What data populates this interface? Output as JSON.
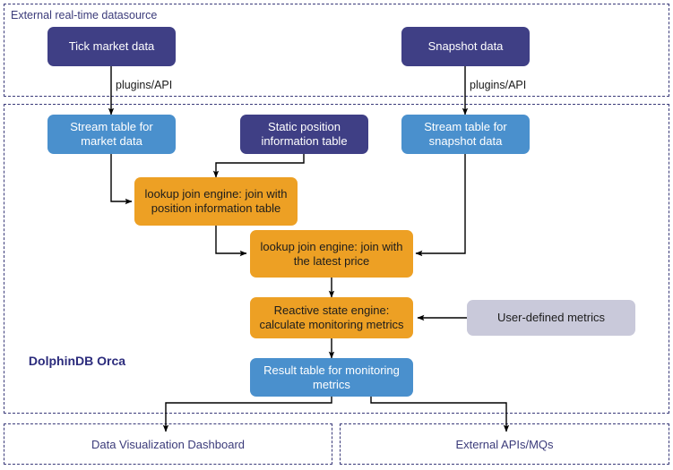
{
  "diagram": {
    "title_text": "External real-time datasource",
    "brand_line1": "DolphinDB",
    "brand_line2": "Orca",
    "colors": {
      "navy": "#3f3f85",
      "blue": "#4a90cd",
      "orange": "#eda024",
      "lavender": "#c9c9da",
      "region_border": "#3b3b7a",
      "label_text": "#3b3b7a",
      "brand_text": "#2b2b7c",
      "arrow": "#000000"
    },
    "regions": [
      {
        "name": "external-datasource-region",
        "label": "External real-time datasource"
      },
      {
        "name": "dolphindb-orca-region",
        "label": ""
      },
      {
        "name": "dashboard-region",
        "label": "Data Visualization Dashboard"
      },
      {
        "name": "external-apis-region",
        "label": "External APIs/MQs"
      }
    ],
    "nodes": [
      {
        "id": "tick-market-data",
        "label": "Tick market data",
        "style": "navy"
      },
      {
        "id": "snapshot-data",
        "label": "Snapshot data",
        "style": "navy"
      },
      {
        "id": "stream-table-market",
        "label": "Stream table for\nmarket data",
        "line1": "Stream table for",
        "line2": "market data",
        "style": "blue"
      },
      {
        "id": "static-position-table",
        "label": "Static position\ninformation table",
        "line1": "Static position",
        "line2": "information table",
        "style": "navy"
      },
      {
        "id": "stream-table-snapshot",
        "label": "Stream table for\nsnapshot data",
        "line1": "Stream table for",
        "line2": "snapshot data",
        "style": "blue"
      },
      {
        "id": "lookup-join-position",
        "label": "lookup join engine: join with\nposition information table",
        "line1": "lookup join engine: join with",
        "line2": "position information table",
        "style": "orange"
      },
      {
        "id": "lookup-join-price",
        "label": "lookup join engine: join with\nthe latest price",
        "line1": "lookup join engine: join with",
        "line2": "the latest price",
        "style": "orange"
      },
      {
        "id": "reactive-state-engine",
        "label": "Reactive state engine:\ncalculate monitoring metrics",
        "line1": "Reactive state engine:",
        "line2": "calculate monitoring metrics",
        "style": "orange"
      },
      {
        "id": "user-defined-metrics",
        "label": "User-defined metrics",
        "line1": "User-defined metrics",
        "line2": "",
        "style": "lav"
      },
      {
        "id": "result-table",
        "label": "Result table for monitoring\nmetrics",
        "line1": "Result table for monitoring",
        "line2": "metrics",
        "style": "blue"
      }
    ],
    "edge_labels": [
      {
        "id": "plugins-api-left",
        "text": "plugins/API"
      },
      {
        "id": "plugins-api-right",
        "text": "plugins/API"
      }
    ],
    "bottom_outputs": [
      {
        "id": "data-visualization-dashboard",
        "text": "Data Visualization Dashboard"
      },
      {
        "id": "external-apis-mqs",
        "text": "External APIs/MQs"
      }
    ]
  }
}
